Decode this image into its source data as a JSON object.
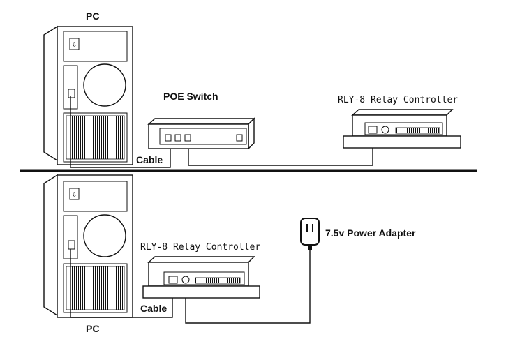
{
  "top": {
    "pc_label": "PC",
    "switch_label": "POE Switch",
    "relay_label": "RLY-8 Relay Controller",
    "cable_label": "Cable"
  },
  "bottom": {
    "pc_label": "PC",
    "relay_label": "RLY-8 Relay Controller",
    "adapter_label": "7.5v Power Adapter",
    "cable_label": "Cable"
  }
}
